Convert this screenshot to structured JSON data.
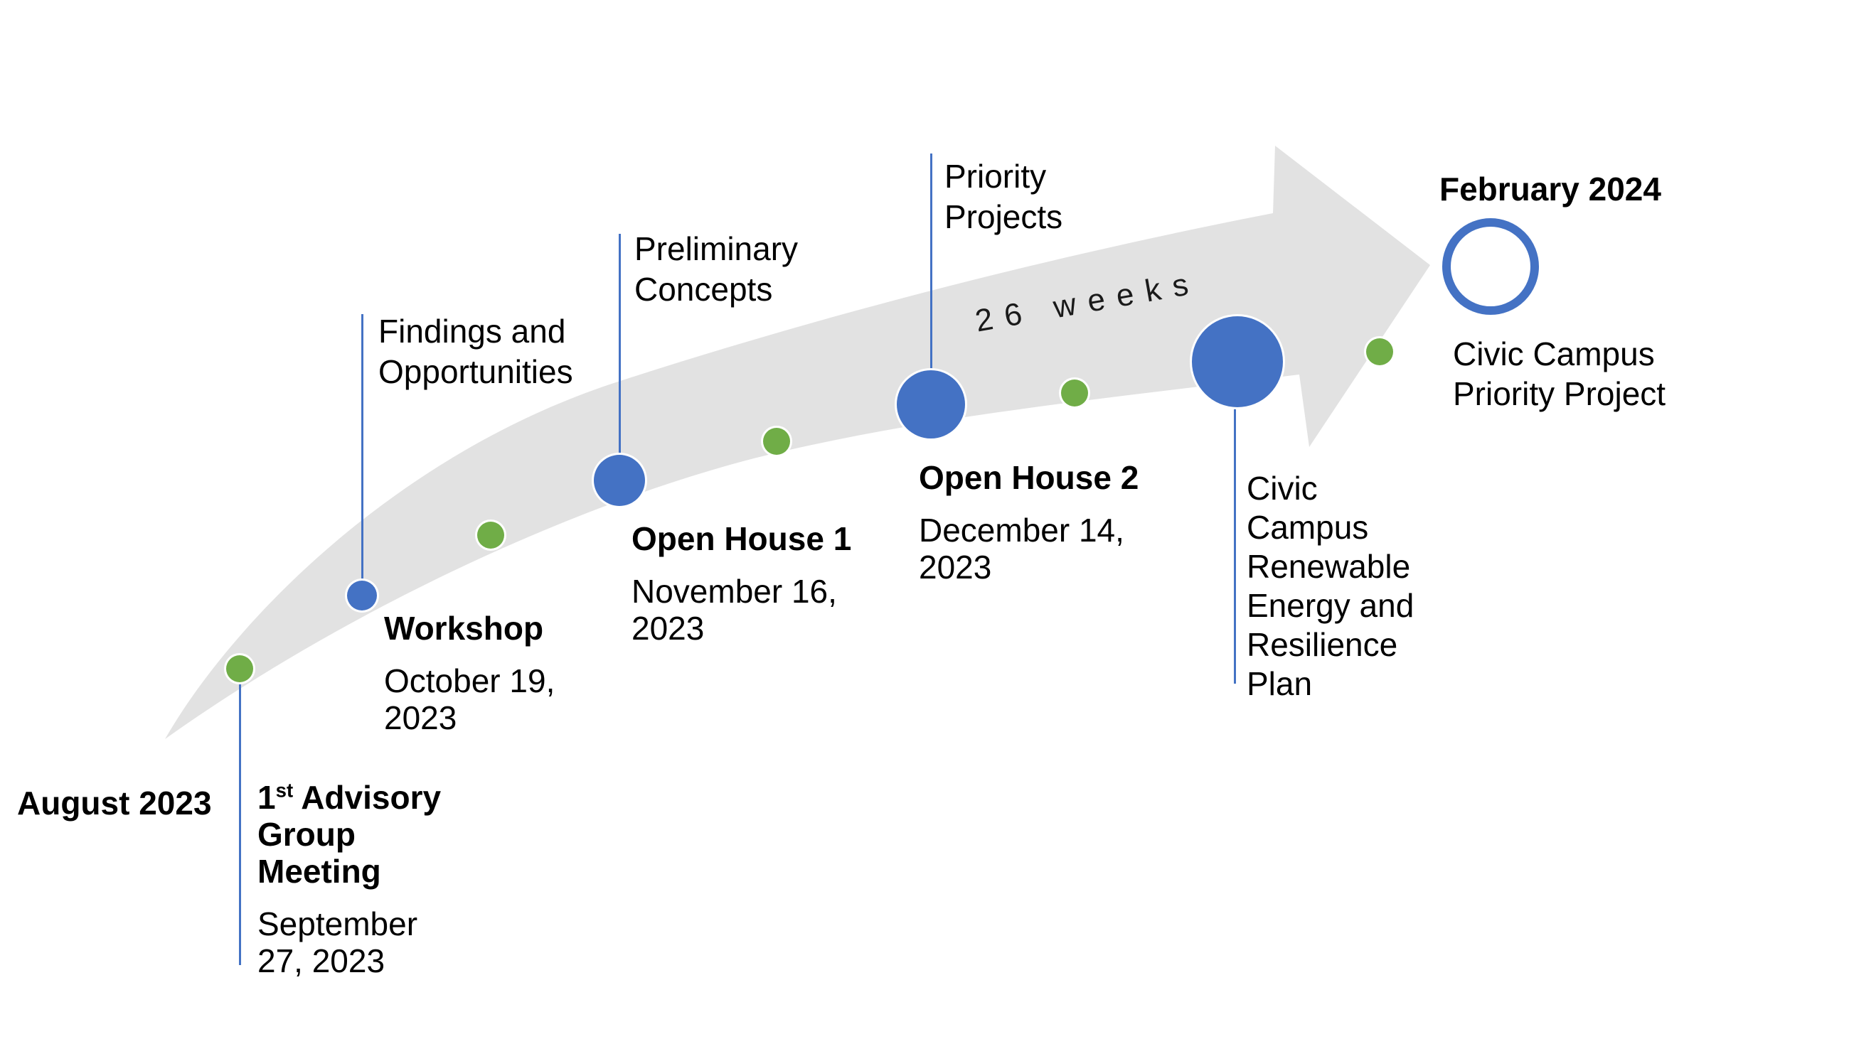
{
  "colors": {
    "accent_blue": "#4472C4",
    "accent_green": "#70AD47",
    "arrow_gray": "#E2E2E2",
    "text": "#000000"
  },
  "timeline": {
    "start_label": "August 2023",
    "duration_label": "26 weeks",
    "end_date_label": "February 2024",
    "end_project_label": "Civic Campus\nPriority Project",
    "milestones": [
      {
        "id": "advisory-group-meeting",
        "marker": "green-dot",
        "title_num": "1",
        "title_sup": "st",
        "title_rest": " Advisory\nGroup\nMeeting",
        "date": "September\n27, 2023"
      },
      {
        "id": "workshop",
        "marker": "blue-dot",
        "label_above": "Findings and\nOpportunities",
        "title": "Workshop",
        "date": "October 19,\n2023"
      },
      {
        "id": "interim-dot-1",
        "marker": "green-dot"
      },
      {
        "id": "open-house-1",
        "marker": "blue-dot",
        "label_above": "Preliminary\nConcepts",
        "title": "Open House 1",
        "date": "November 16,\n2023"
      },
      {
        "id": "interim-dot-2",
        "marker": "green-dot"
      },
      {
        "id": "open-house-2",
        "marker": "blue-dot",
        "label_above": "Priority\nProjects",
        "title": "Open House 2",
        "date": "December 14,\n2023"
      },
      {
        "id": "interim-dot-3",
        "marker": "green-dot"
      },
      {
        "id": "civic-campus-plan",
        "marker": "blue-dot",
        "label_below": "Civic\nCampus\nRenewable\nEnergy and\nResilience\nPlan"
      },
      {
        "id": "interim-dot-4",
        "marker": "green-dot"
      },
      {
        "id": "completion",
        "marker": "open-ring"
      }
    ]
  }
}
